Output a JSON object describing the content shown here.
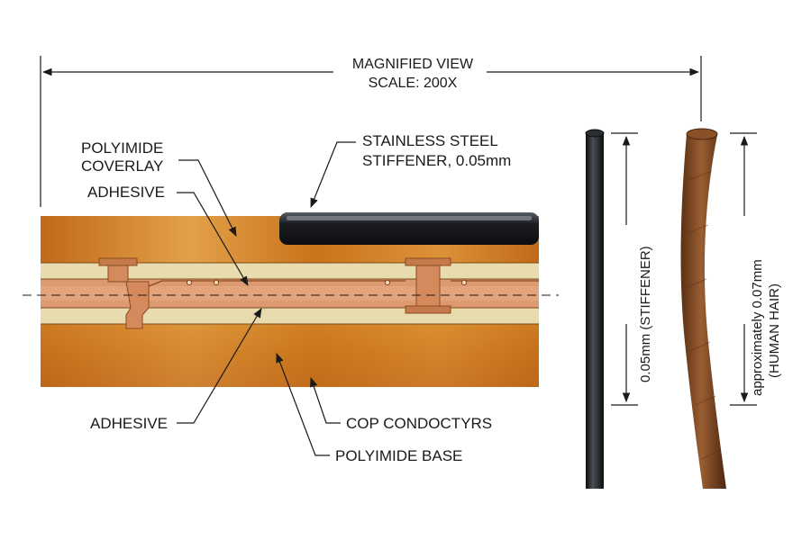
{
  "header": {
    "line1": "MAGNIFIED VIEW",
    "line2": "SCALE: 200X"
  },
  "labels": {
    "polyimide_coverlay_1": "POLYIMIDE",
    "polyimide_coverlay_2": "COVERLAY",
    "adhesive_top": "ADHESIVE",
    "stiffener_1": "STAINLESS STEEL",
    "stiffener_2": "STIFFENER, 0.05mm",
    "adhesive_bottom": "ADHESIVE",
    "conductors": "COP CONDOCTYRS",
    "polyimide_base": "POLYIMIDE BASE"
  },
  "dimensions": {
    "stiffener": "0.05mm (STIFFENER)",
    "hair_1": "approximately 0.07mm",
    "hair_2": "(HUMAN HAIR)"
  },
  "colors": {
    "polyimide": "#c8741a",
    "polyimide_light": "#e09a3a",
    "adhesive": "#e8dcae",
    "copper": "#d9895a",
    "steel": "#1b1d20",
    "hair": "#7a4520"
  }
}
